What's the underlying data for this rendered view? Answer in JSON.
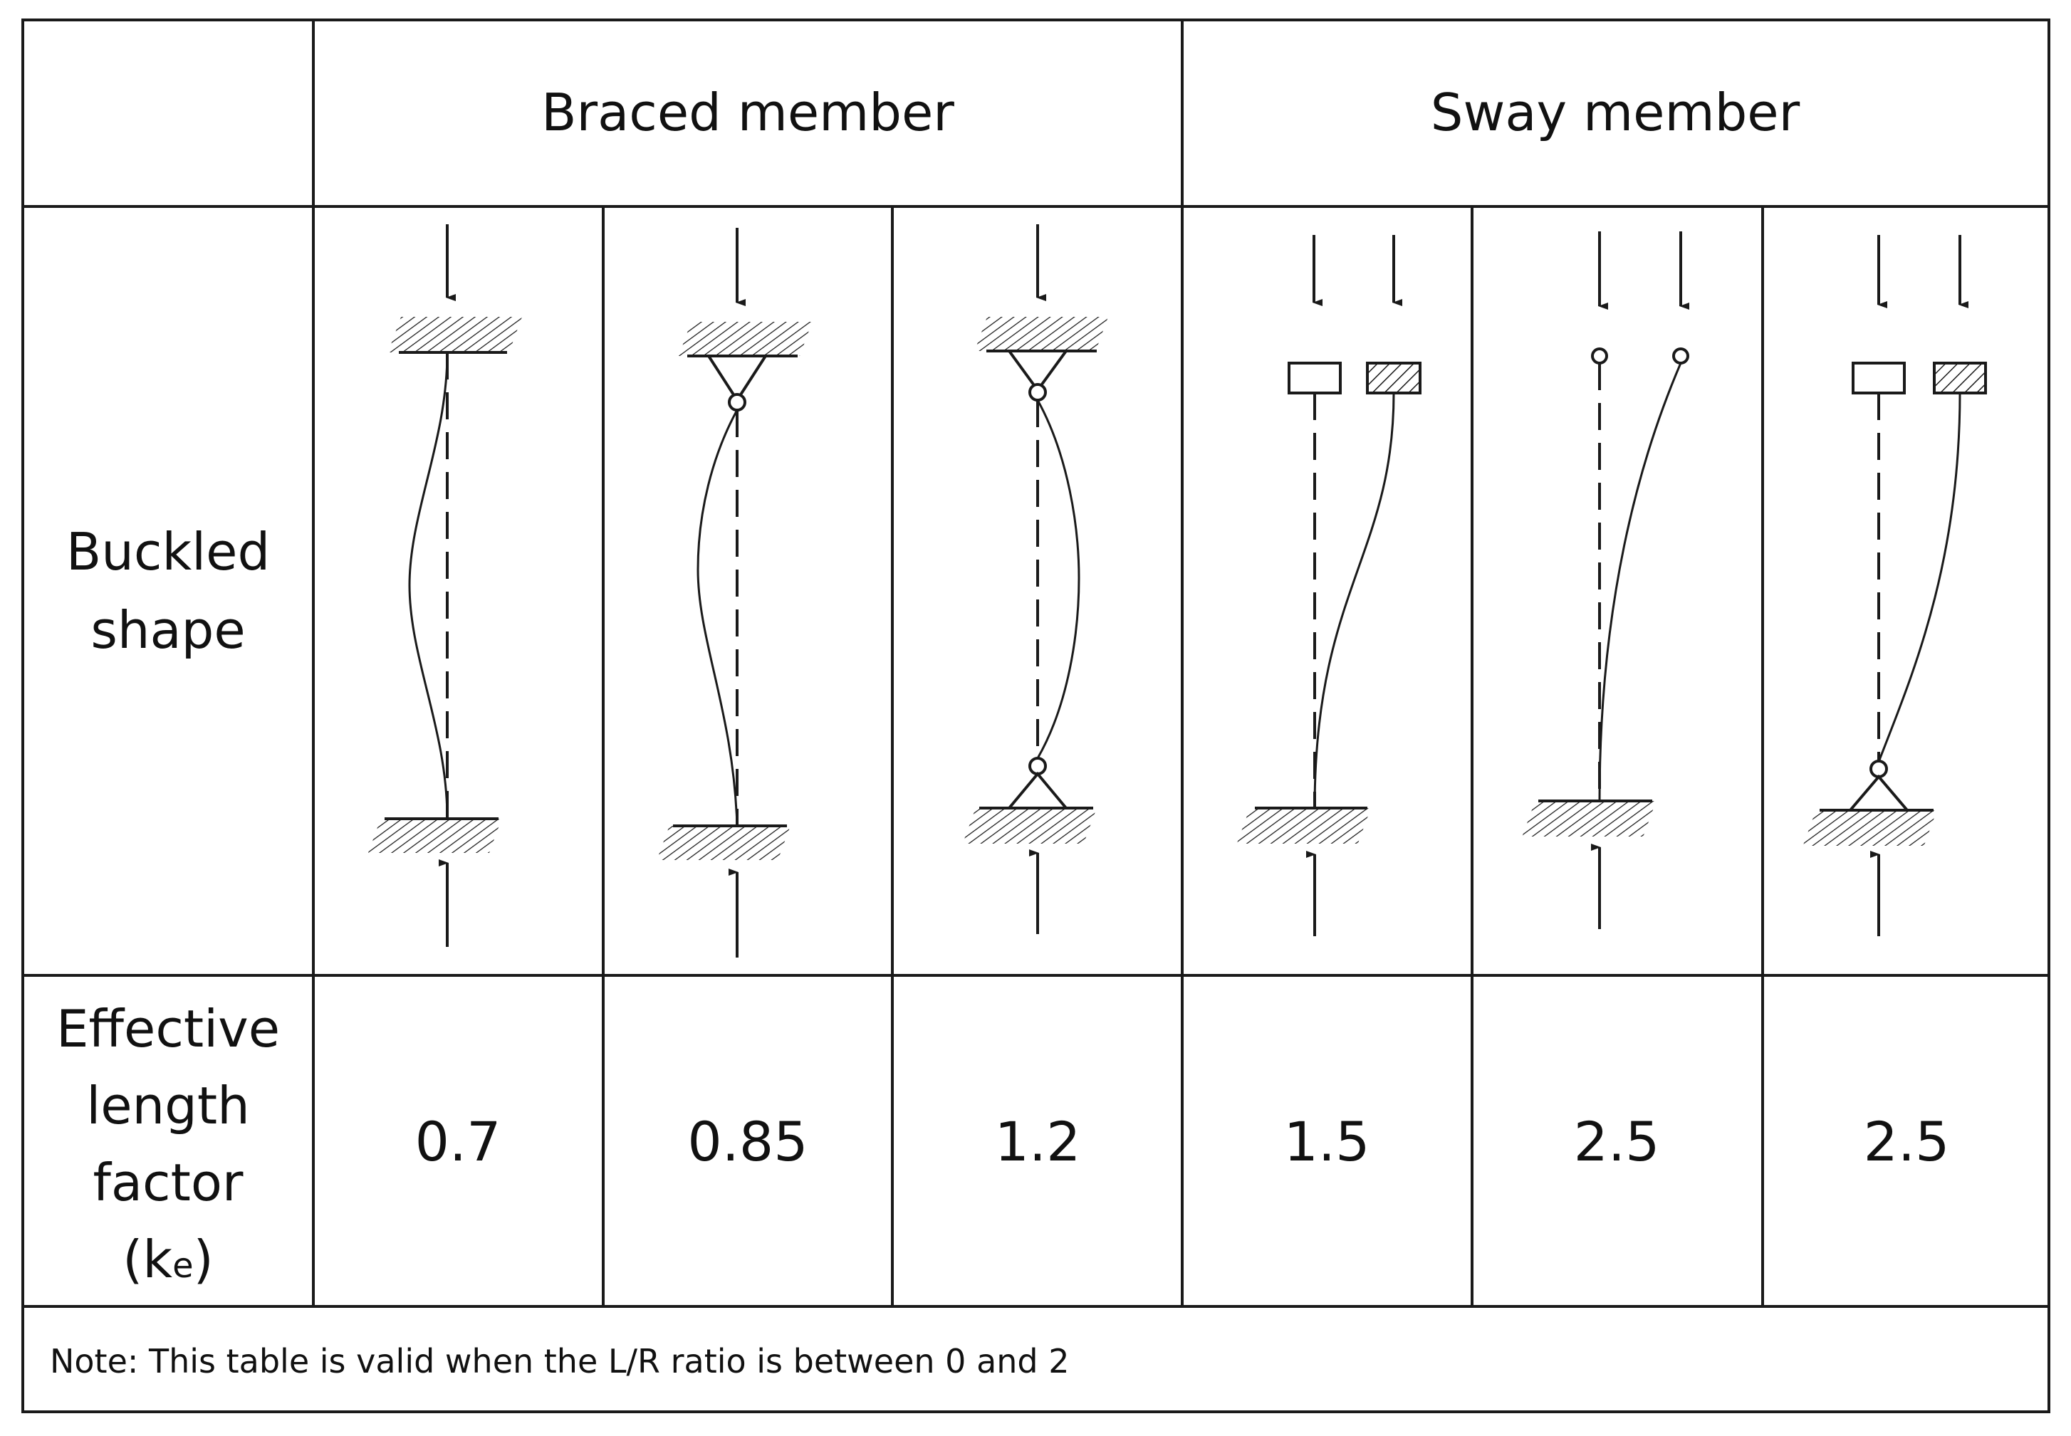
{
  "header": {
    "corner": "",
    "braced_title": "Braced member",
    "sway_title": "Sway member"
  },
  "rows": {
    "buckled_label": [
      "Buckled",
      "shape"
    ],
    "factor_label": [
      "Effective",
      "length",
      "factor",
      "(k",
      "e",
      ")"
    ]
  },
  "cases": [
    {
      "group": "braced",
      "top": "fixed",
      "bottom": "fixed",
      "value": "0.7"
    },
    {
      "group": "braced",
      "top": "pinned",
      "bottom": "fixed",
      "value": "0.85"
    },
    {
      "group": "braced",
      "top": "pinned",
      "bottom": "pinned",
      "value": "1.2"
    },
    {
      "group": "sway",
      "top": "free-rotation-fixed",
      "bottom": "fixed",
      "value": "1.5"
    },
    {
      "group": "sway",
      "top": "free",
      "bottom": "fixed",
      "value": "2.5"
    },
    {
      "group": "sway",
      "top": "free-rotation-fixed",
      "bottom": "pinned",
      "value": "2.5"
    }
  ],
  "note": "Note: This table is valid when the L/R ratio is between 0 and 2",
  "colors": {
    "line": "#1a1a1a",
    "background": "#ffffff"
  }
}
